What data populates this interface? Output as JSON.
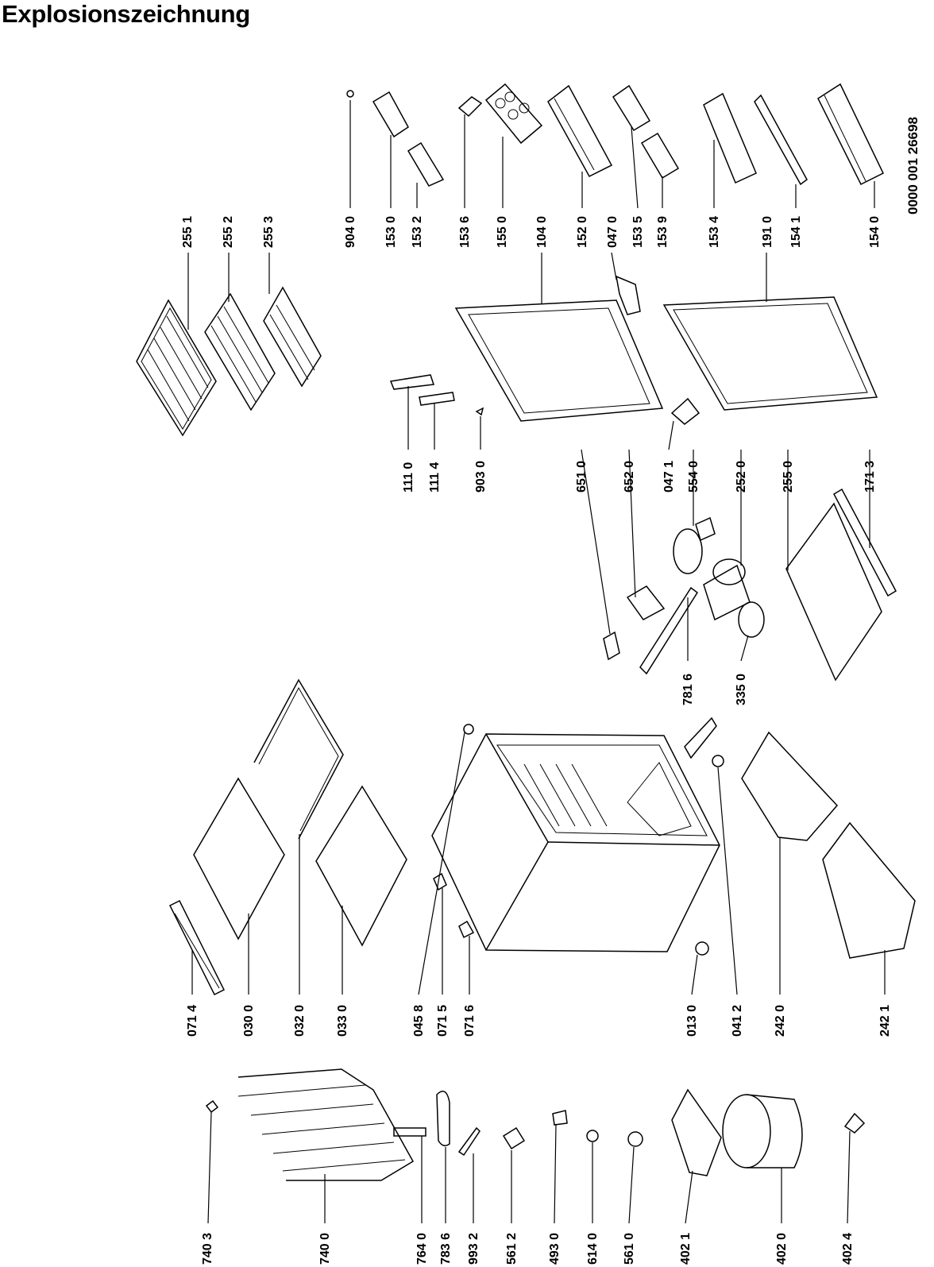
{
  "title": "Explosionszeichnung",
  "doc_number": "0000 001 26698",
  "parts": [
    {
      "code": "255 1"
    },
    {
      "code": "255 2"
    },
    {
      "code": "255 3"
    },
    {
      "code": "904 0"
    },
    {
      "code": "153 0"
    },
    {
      "code": "153 2"
    },
    {
      "code": "153 6"
    },
    {
      "code": "155 0"
    },
    {
      "code": "104 0"
    },
    {
      "code": "152 0"
    },
    {
      "code": "047 0"
    },
    {
      "code": "153 5"
    },
    {
      "code": "153 9"
    },
    {
      "code": "153 4"
    },
    {
      "code": "191 0"
    },
    {
      "code": "154 1"
    },
    {
      "code": "154 0"
    },
    {
      "code": "111 0"
    },
    {
      "code": "111 4"
    },
    {
      "code": "903 0"
    },
    {
      "code": "651 0"
    },
    {
      "code": "652 0"
    },
    {
      "code": "047 1"
    },
    {
      "code": "554 0"
    },
    {
      "code": "252 0"
    },
    {
      "code": "255 0"
    },
    {
      "code": "171 3"
    },
    {
      "code": "781 6"
    },
    {
      "code": "335 0"
    },
    {
      "code": "071 4"
    },
    {
      "code": "030 0"
    },
    {
      "code": "032 0"
    },
    {
      "code": "033 0"
    },
    {
      "code": "045 8"
    },
    {
      "code": "071 5"
    },
    {
      "code": "071 6"
    },
    {
      "code": "013 0"
    },
    {
      "code": "041 2"
    },
    {
      "code": "242 0"
    },
    {
      "code": "242 1"
    },
    {
      "code": "740 3"
    },
    {
      "code": "740 0"
    },
    {
      "code": "764 0"
    },
    {
      "code": "783 6"
    },
    {
      "code": "993 2"
    },
    {
      "code": "561 2"
    },
    {
      "code": "493 0"
    },
    {
      "code": "614 0"
    },
    {
      "code": "561 0"
    },
    {
      "code": "402 1"
    },
    {
      "code": "402 0"
    },
    {
      "code": "402 4"
    }
  ]
}
